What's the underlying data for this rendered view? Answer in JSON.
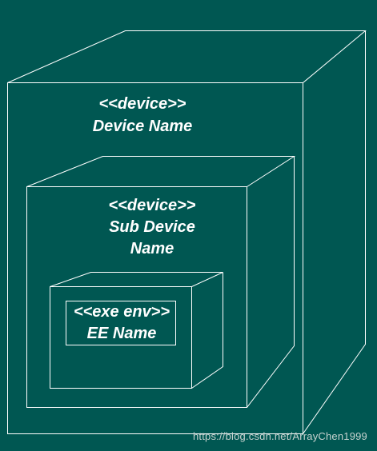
{
  "colors": {
    "background": "#005752",
    "stroke": "#ffffff",
    "text": "#ffffff",
    "watermark": "#c7d3d0"
  },
  "outer_node": {
    "stereotype": "<<device>>",
    "name": "Device Name"
  },
  "sub_node": {
    "stereotype": "<<device>>",
    "name_line1": "Sub Device",
    "name_line2": "Name"
  },
  "exec_env": {
    "stereotype": "<<exe env>>",
    "name": "EE Name"
  },
  "watermark": "https://blog.csdn.net/ArrayChen1999"
}
